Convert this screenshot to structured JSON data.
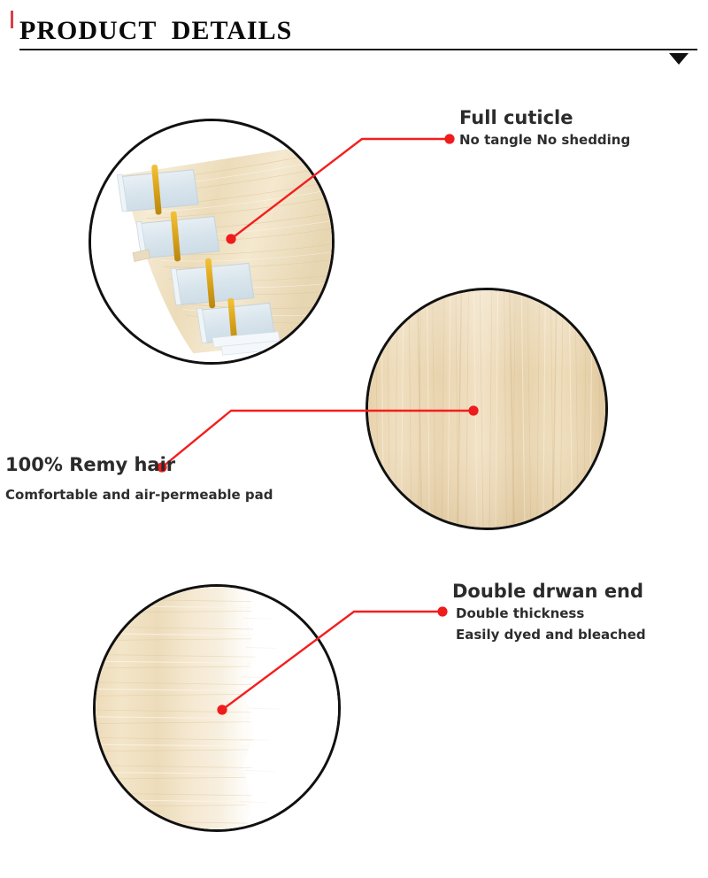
{
  "header": {
    "title": "PRODUCT  DETAILS",
    "rule_color": "#1a1a1a",
    "accent_color": "#cf2027",
    "caret_icon": "triangle-down-icon"
  },
  "accent": {
    "connector_color": "#f41e1e",
    "dot_color": "#ee1c1c",
    "circle_border_color": "#111111"
  },
  "callouts": [
    {
      "id": "full-cuticle",
      "heading": "Full cuticle",
      "lines": [
        "No tangle No shedding"
      ]
    },
    {
      "id": "remy-hair",
      "heading": "100% Remy hair",
      "lines": [
        "Comfortable and air-permeable pad"
      ]
    },
    {
      "id": "double-drawn-end",
      "heading": "Double drwan end",
      "lines": [
        "Double thickness",
        "Easily dyed and bleached"
      ]
    }
  ],
  "photos": [
    {
      "id": "tape-in-wefts",
      "alt": "Blonde tape-in hair extension wefts with blue tape tabs and gold bands"
    },
    {
      "id": "hair-texture-closeup",
      "alt": "Close-up of straight blonde Remy hair strands"
    },
    {
      "id": "double-drawn-ends",
      "alt": "Blonde hair ends showing thick double drawn edge"
    }
  ]
}
